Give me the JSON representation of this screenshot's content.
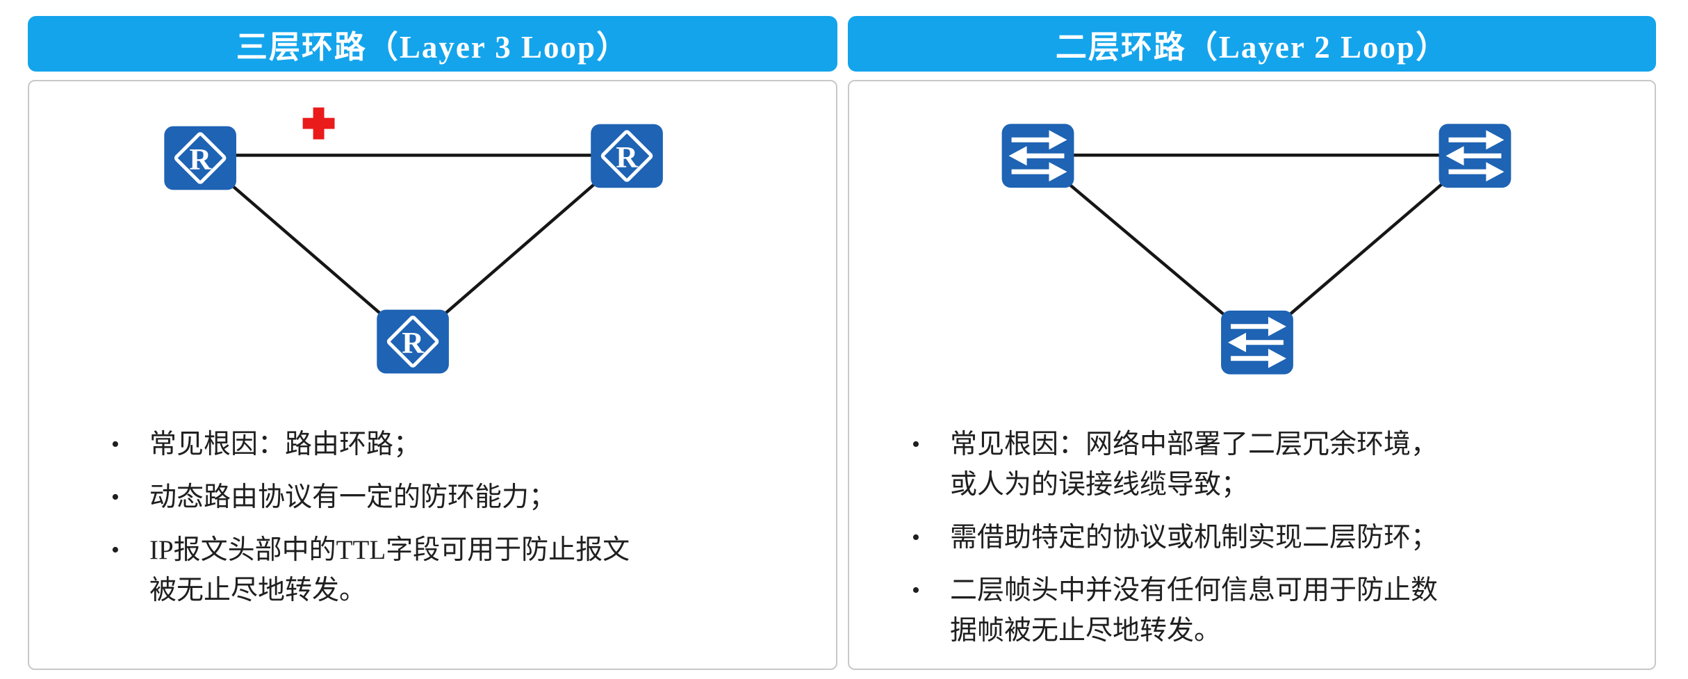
{
  "colors": {
    "header_bg": "#14A4EC",
    "header_text": "#FFFFFF",
    "node_blue": "#1E63B4",
    "link_color": "#161616",
    "cross_red": "#EA1B1B",
    "panel_border": "#C8C8C8",
    "text_color": "#1F1F1F"
  },
  "bullet_char": "•",
  "panels": {
    "layer3": {
      "title": "三层环路（Layer 3 Loop）",
      "router_label": "R",
      "bullets": [
        "常见根因：路由环路；",
        "动态路由协议有一定的防环能力；",
        "IP报文头部中的TTL字段可用于防止报文\n被无止尽地转发。"
      ]
    },
    "layer2": {
      "title": "二层环路（Layer 2 Loop）",
      "bullets": [
        "常见根因：网络中部署了二层冗余环境，\n或人为的误接线缆导致；",
        "需借助特定的协议或机制实现二层防环；",
        "二层帧头中并没有任何信息可用于防止数\n据帧被无止尽地转发。"
      ]
    }
  }
}
